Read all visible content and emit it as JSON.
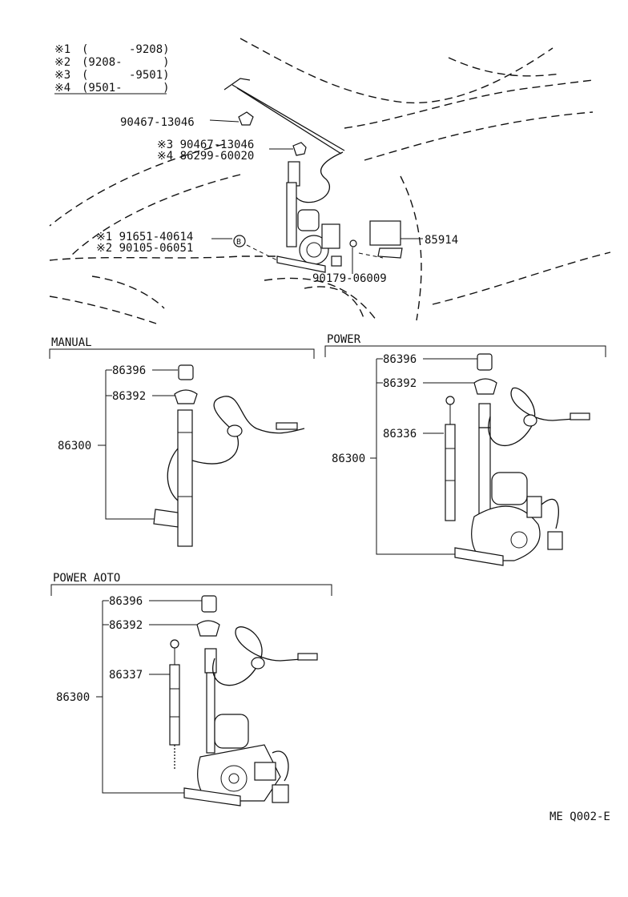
{
  "legend": [
    {
      "mark": "※1",
      "range": "(      -9208)"
    },
    {
      "mark": "※2",
      "range": "(9208-      )"
    },
    {
      "mark": "※3",
      "range": "(      -9501)"
    },
    {
      "mark": "※4",
      "range": "(9501-      )"
    }
  ],
  "overview": {
    "p90467_13046": "90467-13046",
    "c3": "※3 90467-13046",
    "c4": "※4 86299-60020",
    "c1": "※1 91651-40614",
    "c2": "※2 90105-06051",
    "marker_b": "B",
    "p85914": "85914",
    "p90179": "90179-06009"
  },
  "manual": {
    "title": "MANUAL",
    "p86396": "86396",
    "p86392": "86392",
    "p86300": "86300"
  },
  "power": {
    "title": "POWER",
    "p86396": "86396",
    "p86392": "86392",
    "p86336": "86336",
    "p86300": "86300"
  },
  "power_auto": {
    "title": "POWER AOTO",
    "p86396": "86396",
    "p86392": "86392",
    "p86337": "86337",
    "p86300": "86300"
  },
  "footer_code": "ME Q002-E"
}
